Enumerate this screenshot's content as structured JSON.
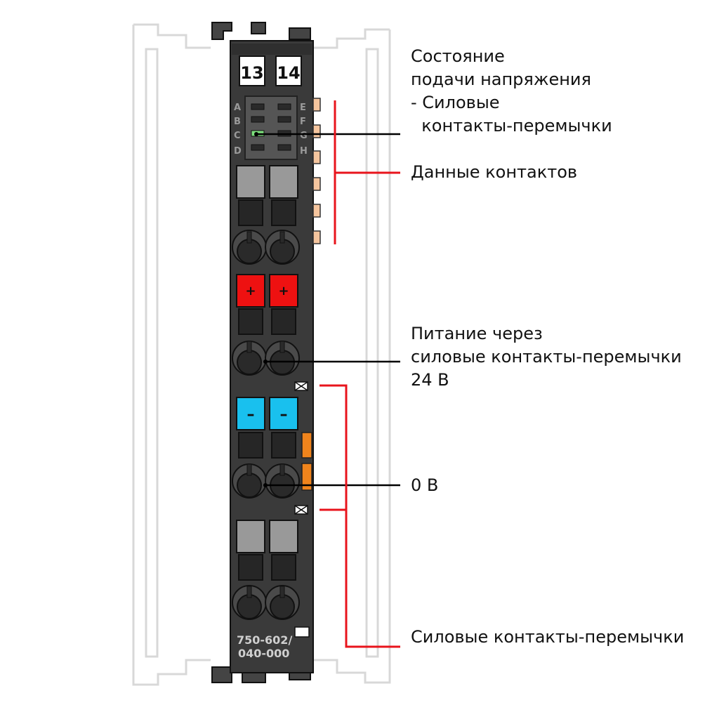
{
  "module": {
    "label_left": "13",
    "label_right": "14",
    "led_letters_left": [
      "A",
      "B",
      "C",
      "D"
    ],
    "led_letters_right": [
      "E",
      "F",
      "G",
      "H"
    ],
    "plus_sign": "+",
    "minus_sign": "–",
    "model_line1": "750-602/",
    "model_line2": "040-000"
  },
  "callouts": {
    "supply_status": [
      "Состояние",
      "подачи напряжения",
      "- Силовые",
      "  контакты-перемычки"
    ],
    "data_contacts": [
      "Данные контактов"
    ],
    "supply_24v": [
      "Питание через",
      "силовые контакты-перемычки",
      "24 В"
    ],
    "zero_v": [
      "0 В"
    ],
    "power_jumpers": [
      "Силовые контакты-перемычки"
    ]
  },
  "colors": {
    "housing": "#3a3a3a",
    "plus_terminal": "#ee1111",
    "minus_terminal": "#19c0ee",
    "callout_red": "#e8141c",
    "led_green": "#7de07d",
    "contact_orange": "#f5c59e",
    "side_orange": "#f0841c"
  }
}
